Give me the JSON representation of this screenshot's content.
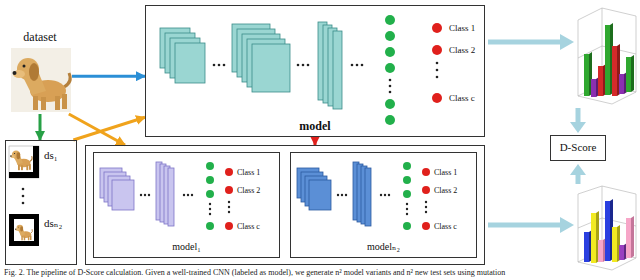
{
  "diagram": {
    "caption": "Fig. 2. The pipeline of D-Score calculation. Given a well-trained CNN (labeled as model), we generate n² model variants and n² new test sets using mutation",
    "nodes": [
      {
        "text": [
          "dataset"
        ]
      },
      {
        "text": [
          "ds₁",
          "dsₙ₂"
        ]
      },
      {
        "text": [
          "Class 1",
          "Class 2",
          "Class c",
          "model"
        ]
      },
      {
        "text": []
      },
      {
        "text": [
          "Class 1",
          "Class 2",
          "Class c",
          "model₁"
        ],
        "in": 3
      },
      {
        "text": [
          "Class 1",
          "Class 2",
          "Class c",
          "modelₙ₂"
        ],
        "in": 3
      },
      {
        "text": [
          "D-Score"
        ]
      }
    ],
    "edges": [
      {
        "from": 0,
        "to": 2,
        "arrow": "to"
      },
      {
        "from": 0,
        "to": 1,
        "arrow": "to"
      },
      {
        "from": 0,
        "to": 3,
        "arrow": "to"
      },
      {
        "from": 1,
        "to": 2,
        "arrow": "to"
      },
      {
        "from": 2,
        "to": 3,
        "arrow": "to"
      }
    ]
  }
}
